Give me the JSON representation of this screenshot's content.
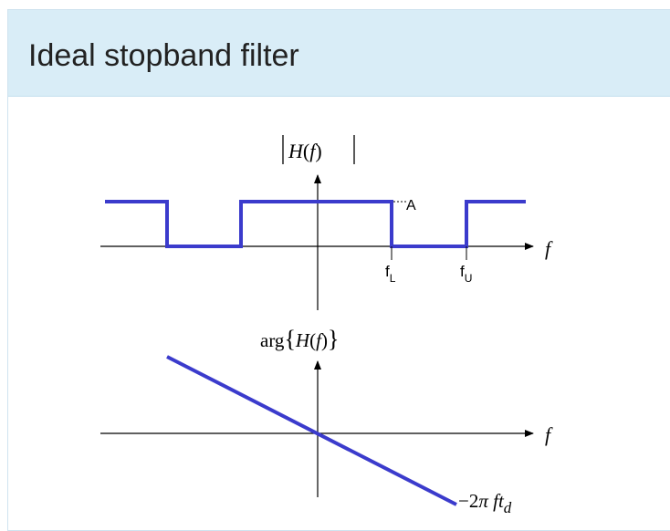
{
  "panel": {
    "title": "Ideal stopband filter"
  },
  "magnitude_plot": {
    "ylabel_func": "H",
    "ylabel_arg": "f",
    "level_label": "A",
    "xlabel": "f",
    "marker_lower": "f",
    "marker_lower_sub": "L",
    "marker_upper": "f",
    "marker_upper_sub": "U"
  },
  "phase_plot": {
    "ylabel_prefix": "arg",
    "ylabel_func": "H",
    "ylabel_arg": "f",
    "xlabel": "f",
    "slope_label_prefix": "−2",
    "slope_label_pi": "π",
    "slope_label_f": " ft",
    "slope_label_sub": "d"
  },
  "colors": {
    "header_bg": "#d9edf7",
    "trace": "#3b3bcc",
    "axis": "#000000"
  }
}
